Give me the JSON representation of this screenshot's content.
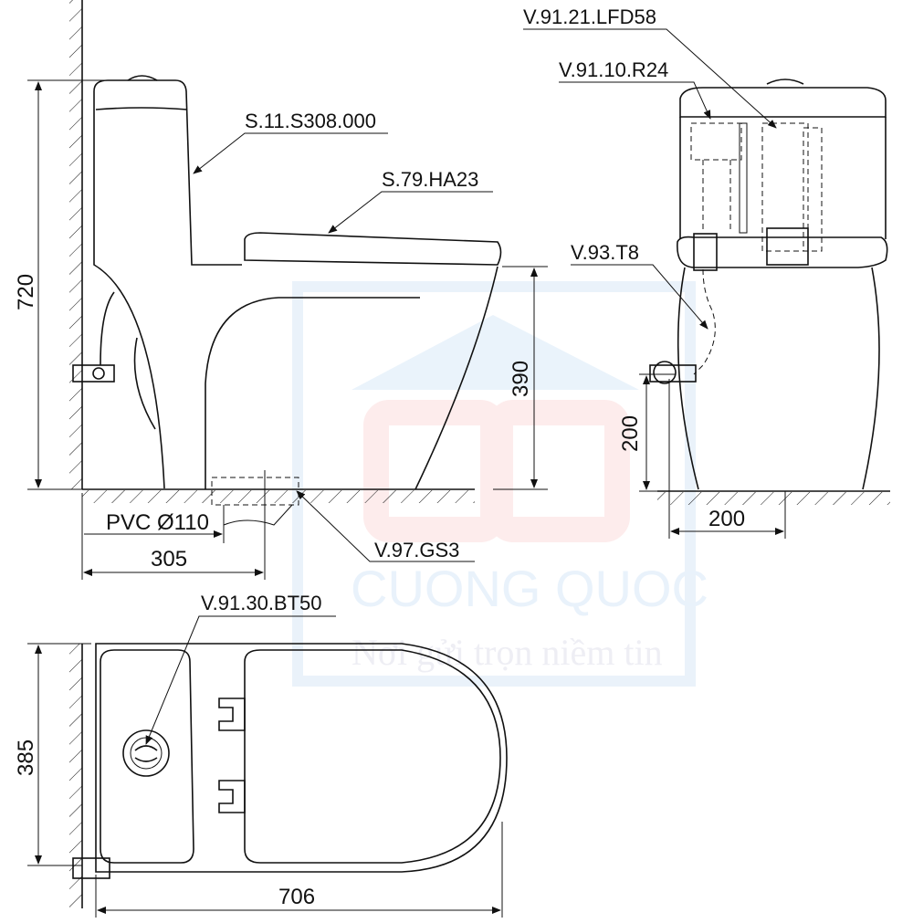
{
  "watermark": {
    "logo_letters": "CQ",
    "brand": "CUONG QUOC",
    "slogan": "Nơi gửi trọn niềm tin",
    "colors": {
      "frame": "#eaf2fa",
      "logo": "#fdecec"
    }
  },
  "parts": {
    "body": "S.11.S308.000",
    "seat": "S.79.HA23",
    "flush_valve": "V.91.21.LFD58",
    "fill_valve": "V.91.10.R24",
    "hose": "V.93.T8",
    "gasket": "V.97.GS3",
    "button": "V.91.30.BT50"
  },
  "dimensions": {
    "height": "720",
    "seat_height": "390",
    "inlet_height": "200",
    "inlet_offset": "200",
    "pipe": "PVC Ø110",
    "rough_in": "305",
    "width": "385",
    "length": "706"
  }
}
